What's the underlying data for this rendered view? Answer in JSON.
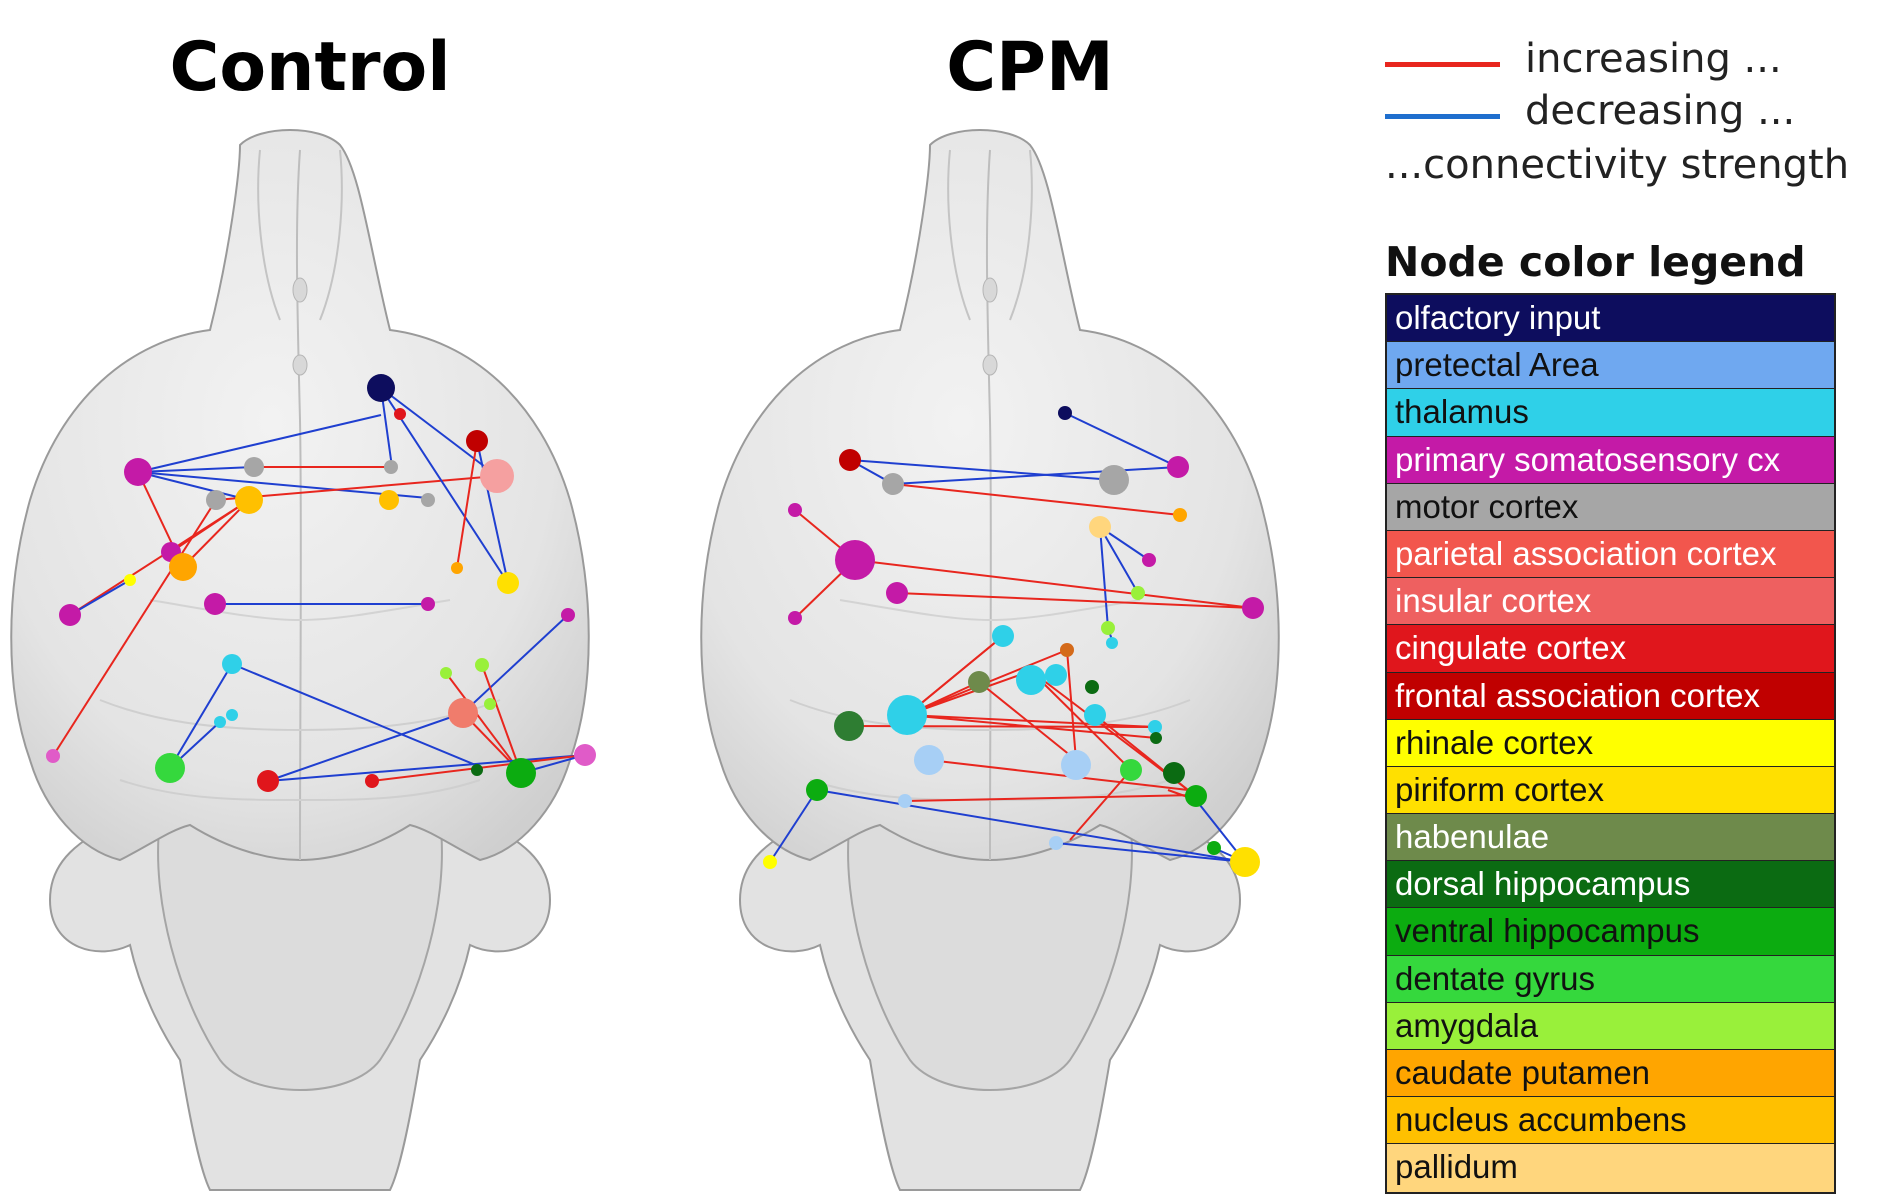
{
  "panels": [
    {
      "title": "Control"
    },
    {
      "title": "CPM"
    }
  ],
  "edge_legend": {
    "increasing": {
      "label": "increasing ...",
      "color": "#e8261e"
    },
    "decreasing": {
      "label": "decreasing ...",
      "color": "#1f6fce"
    },
    "footer": "...connectivity strength"
  },
  "node_legend": {
    "title": "Node color legend",
    "items": [
      {
        "label": "olfactory input",
        "color": "#0d0d5e",
        "text_color": "#ffffff"
      },
      {
        "label": "pretectal Area",
        "color": "#6fa8f0",
        "text_color": "#111111"
      },
      {
        "label": "thalamus",
        "color": "#2fd0e8",
        "text_color": "#111111"
      },
      {
        "label": "primary somatosensory cx",
        "color": "#c41aa7",
        "text_color": "#ffffff"
      },
      {
        "label": "motor cortex",
        "color": "#a6a6a6",
        "text_color": "#111111"
      },
      {
        "label": "parietal association cortex",
        "color": "#f2564d",
        "text_color": "#ffffff"
      },
      {
        "label": "insular cortex",
        "color": "#ee6060",
        "text_color": "#ffffff"
      },
      {
        "label": "cingulate cortex",
        "color": "#e0161c",
        "text_color": "#ffffff"
      },
      {
        "label": "frontal association cortex",
        "color": "#c00000",
        "text_color": "#ffffff"
      },
      {
        "label": "rhinale cortex",
        "color": "#ffff00",
        "text_color": "#111111"
      },
      {
        "label": "piriform cortex",
        "color": "#ffe000",
        "text_color": "#111111"
      },
      {
        "label": "habenulae",
        "color": "#6e8a4b",
        "text_color": "#ffffff"
      },
      {
        "label": "dorsal hippocampus",
        "color": "#0b6b12",
        "text_color": "#ffffff"
      },
      {
        "label": "ventral hippocampus",
        "color": "#0cac10",
        "text_color": "#111111"
      },
      {
        "label": "dentate gyrus",
        "color": "#35d83d",
        "text_color": "#111111"
      },
      {
        "label": "amygdala",
        "color": "#99f03a",
        "text_color": "#111111"
      },
      {
        "label": "caudate putamen",
        "color": "#ffa500",
        "text_color": "#111111"
      },
      {
        "label": "nucleus accumbens",
        "color": "#ffc000",
        "text_color": "#111111"
      },
      {
        "label": "pallidum",
        "color": "#ffd67d",
        "text_color": "#111111"
      }
    ]
  }
}
